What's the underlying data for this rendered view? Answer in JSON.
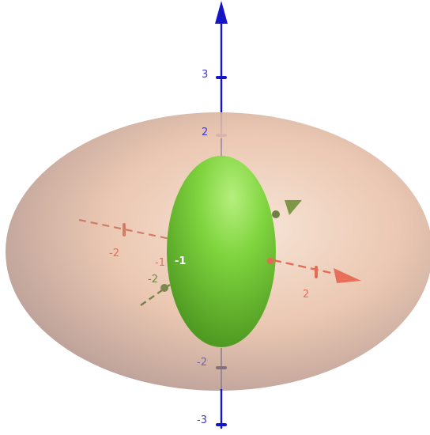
{
  "view": {
    "type": "3d-graphics-view",
    "colors": {
      "background": "#ffffff",
      "z_axis": "#1515c8",
      "x_axis": "#e8705a",
      "y_axis": "#4f7a23",
      "outer_surface": "#e8bfa6",
      "inner_surface": "#7cd23a"
    }
  },
  "axes": {
    "z": {
      "name": "z-axis",
      "ticks": [
        {
          "label": "3",
          "name": "z-tick-3"
        },
        {
          "label": "2",
          "name": "z-tick-2"
        },
        {
          "label": "-2",
          "name": "z-tick-neg2"
        },
        {
          "label": "-3",
          "name": "z-tick-neg3"
        }
      ]
    },
    "x": {
      "name": "x-axis",
      "ticks": [
        {
          "label": "-2",
          "name": "x-tick-neg2"
        },
        {
          "label": "-1",
          "name": "x-tick-neg1"
        },
        {
          "label": "2",
          "name": "x-tick-2"
        }
      ]
    },
    "y": {
      "name": "y-axis",
      "ticks": [
        {
          "label": "-2",
          "name": "y-tick-neg2"
        },
        {
          "label": "-1",
          "name": "y-tick-neg1"
        }
      ]
    }
  },
  "surfaces": [
    {
      "name": "outer-ellipsoid",
      "color": "#e8bfa6"
    },
    {
      "name": "inner-ellipsoid",
      "color": "#7cd23a"
    }
  ]
}
